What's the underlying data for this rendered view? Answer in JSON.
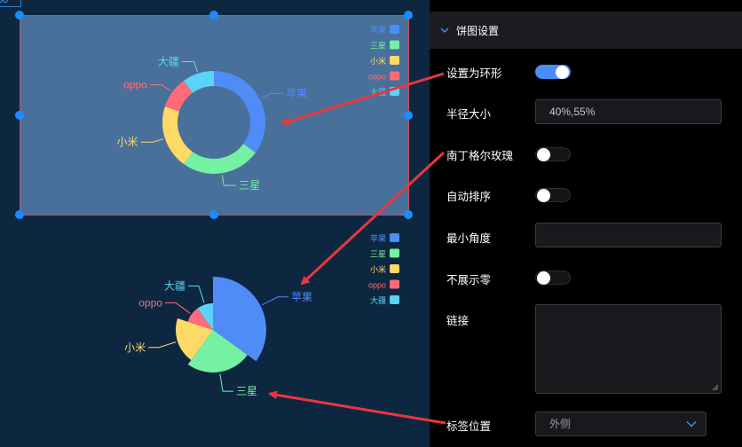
{
  "canvas": {
    "corner_label": "po",
    "chart_top": {
      "legend": [
        {
          "label": "苹果",
          "color": "#4f8cf7"
        },
        {
          "label": "三星",
          "color": "#74f1a3"
        },
        {
          "label": "小米",
          "color": "#ffd966"
        },
        {
          "label": "oppo",
          "color": "#ff6b78"
        },
        {
          "label": "大疆",
          "color": "#59d4f8"
        }
      ]
    },
    "chart_bottom": {
      "legend": [
        {
          "label": "苹果",
          "color": "#4f8cf7"
        },
        {
          "label": "三星",
          "color": "#74f1a3"
        },
        {
          "label": "小米",
          "color": "#ffd966"
        },
        {
          "label": "oppo",
          "color": "#ff6b78"
        },
        {
          "label": "大疆",
          "color": "#59d4f8"
        }
      ]
    }
  },
  "chart_data": [
    {
      "type": "pie",
      "style": "donut",
      "categories": [
        "苹果",
        "三星",
        "小米",
        "oppo",
        "大疆"
      ],
      "values": [
        35,
        25,
        20,
        10,
        10
      ],
      "label_position": "outside",
      "legend_position": "top-right"
    },
    {
      "type": "pie",
      "style": "rose",
      "categories": [
        "苹果",
        "三星",
        "小米",
        "oppo",
        "大疆"
      ],
      "values": [
        35,
        25,
        20,
        10,
        10
      ],
      "label_position": "outside",
      "legend_position": "top-right"
    }
  ],
  "panel": {
    "section_title": "饼图设置",
    "rows": {
      "ring": {
        "label": "设置为环形",
        "on": true
      },
      "radius": {
        "label": "半径大小",
        "value": "40%,55%"
      },
      "rose": {
        "label": "南丁格尔玫瑰",
        "on": false
      },
      "sort": {
        "label": "自动排序",
        "on": false
      },
      "min_angle": {
        "label": "最小角度",
        "value": ""
      },
      "hide_zero": {
        "label": "不展示零",
        "on": false
      },
      "link": {
        "label": "链接",
        "value": ""
      },
      "label_pos": {
        "label": "标签位置",
        "value": "外侧"
      }
    }
  },
  "colors": {
    "canvas_bg": "#0e2741",
    "selected_box": "#49709a",
    "handle": "#1a8cff",
    "toggle_on": "#4b8df8",
    "annotation_arrow": "#e8383d"
  }
}
